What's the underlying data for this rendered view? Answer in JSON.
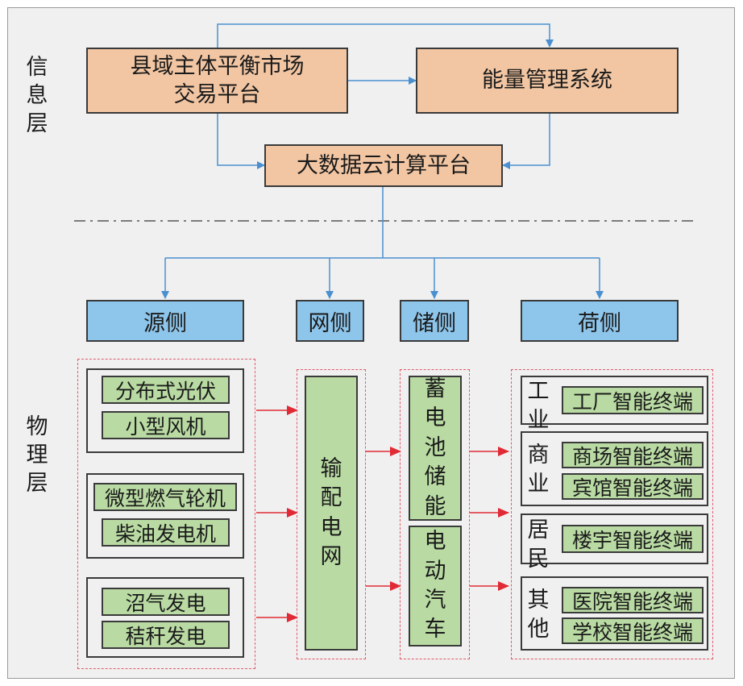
{
  "info_layer_label": [
    "信",
    "息",
    "层"
  ],
  "physical_layer_label": [
    "物",
    "理",
    "层"
  ],
  "county_market": [
    "县域主体平衡市场",
    "交易平台"
  ],
  "energy_mgmt": "能量管理系统",
  "big_data": "大数据云计算平台",
  "sides": {
    "source": "源侧",
    "grid": "网侧",
    "storage": "储侧",
    "load": "荷侧"
  },
  "source_groups": [
    [
      "分布式光伏",
      "小型风机"
    ],
    [
      "微型燃气轮机",
      "柴油发电机"
    ],
    [
      "沼气发电",
      "秸秆发电"
    ]
  ],
  "grid_box": [
    "输",
    "配",
    "电",
    "网"
  ],
  "storage_boxes": [
    [
      "蓄",
      "电",
      "池",
      "储",
      "能"
    ],
    [
      "电",
      "动",
      "汽",
      "车"
    ]
  ],
  "load_groups": [
    {
      "label": [
        "工",
        "业"
      ],
      "items": [
        "工厂智能终端"
      ]
    },
    {
      "label": [
        "商",
        "业"
      ],
      "items": [
        "商场智能终端",
        "宾馆智能终端"
      ]
    },
    {
      "label": [
        "居",
        "民"
      ],
      "items": [
        "楼宇智能终端"
      ]
    },
    {
      "label": [
        "其",
        "他"
      ],
      "items": [
        "医院智能终端",
        "学校智能终端"
      ]
    }
  ],
  "colors": {
    "blue_arrow": "#4a90d0",
    "red_arrow": "#e02a35",
    "peach": "#f2c6a3",
    "blue_box": "#8ec5ea",
    "green_box": "#b9dba3",
    "dash": "#e25b6a"
  }
}
